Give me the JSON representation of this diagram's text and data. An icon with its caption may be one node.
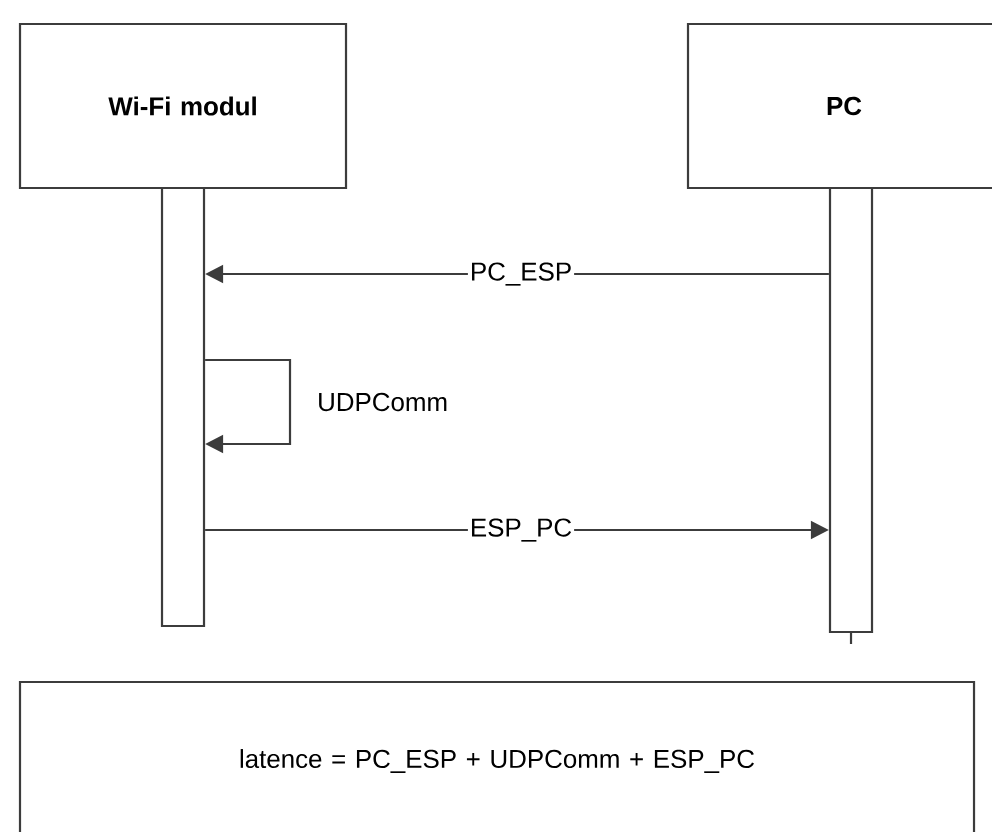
{
  "diagram": {
    "nodes": [
      {
        "text": [
          "Wi-Fi modul"
        ]
      },
      {
        "text": [
          "PC"
        ]
      },
      {
        "text": [],
        "shape": "bar"
      },
      {
        "text": [],
        "shape": "bar"
      },
      {
        "text": [
          "latence = PC_ESP + UDPComm + ESP_PC"
        ]
      }
    ],
    "edges": [
      {
        "from": 3,
        "to": 2,
        "arrow": "to",
        "label": "PC_ESP"
      },
      {
        "from": 2,
        "to": 2,
        "arrow": "to",
        "label": "UDPComm"
      },
      {
        "from": 2,
        "to": 3,
        "arrow": "to",
        "label": "ESP_PC"
      }
    ]
  }
}
